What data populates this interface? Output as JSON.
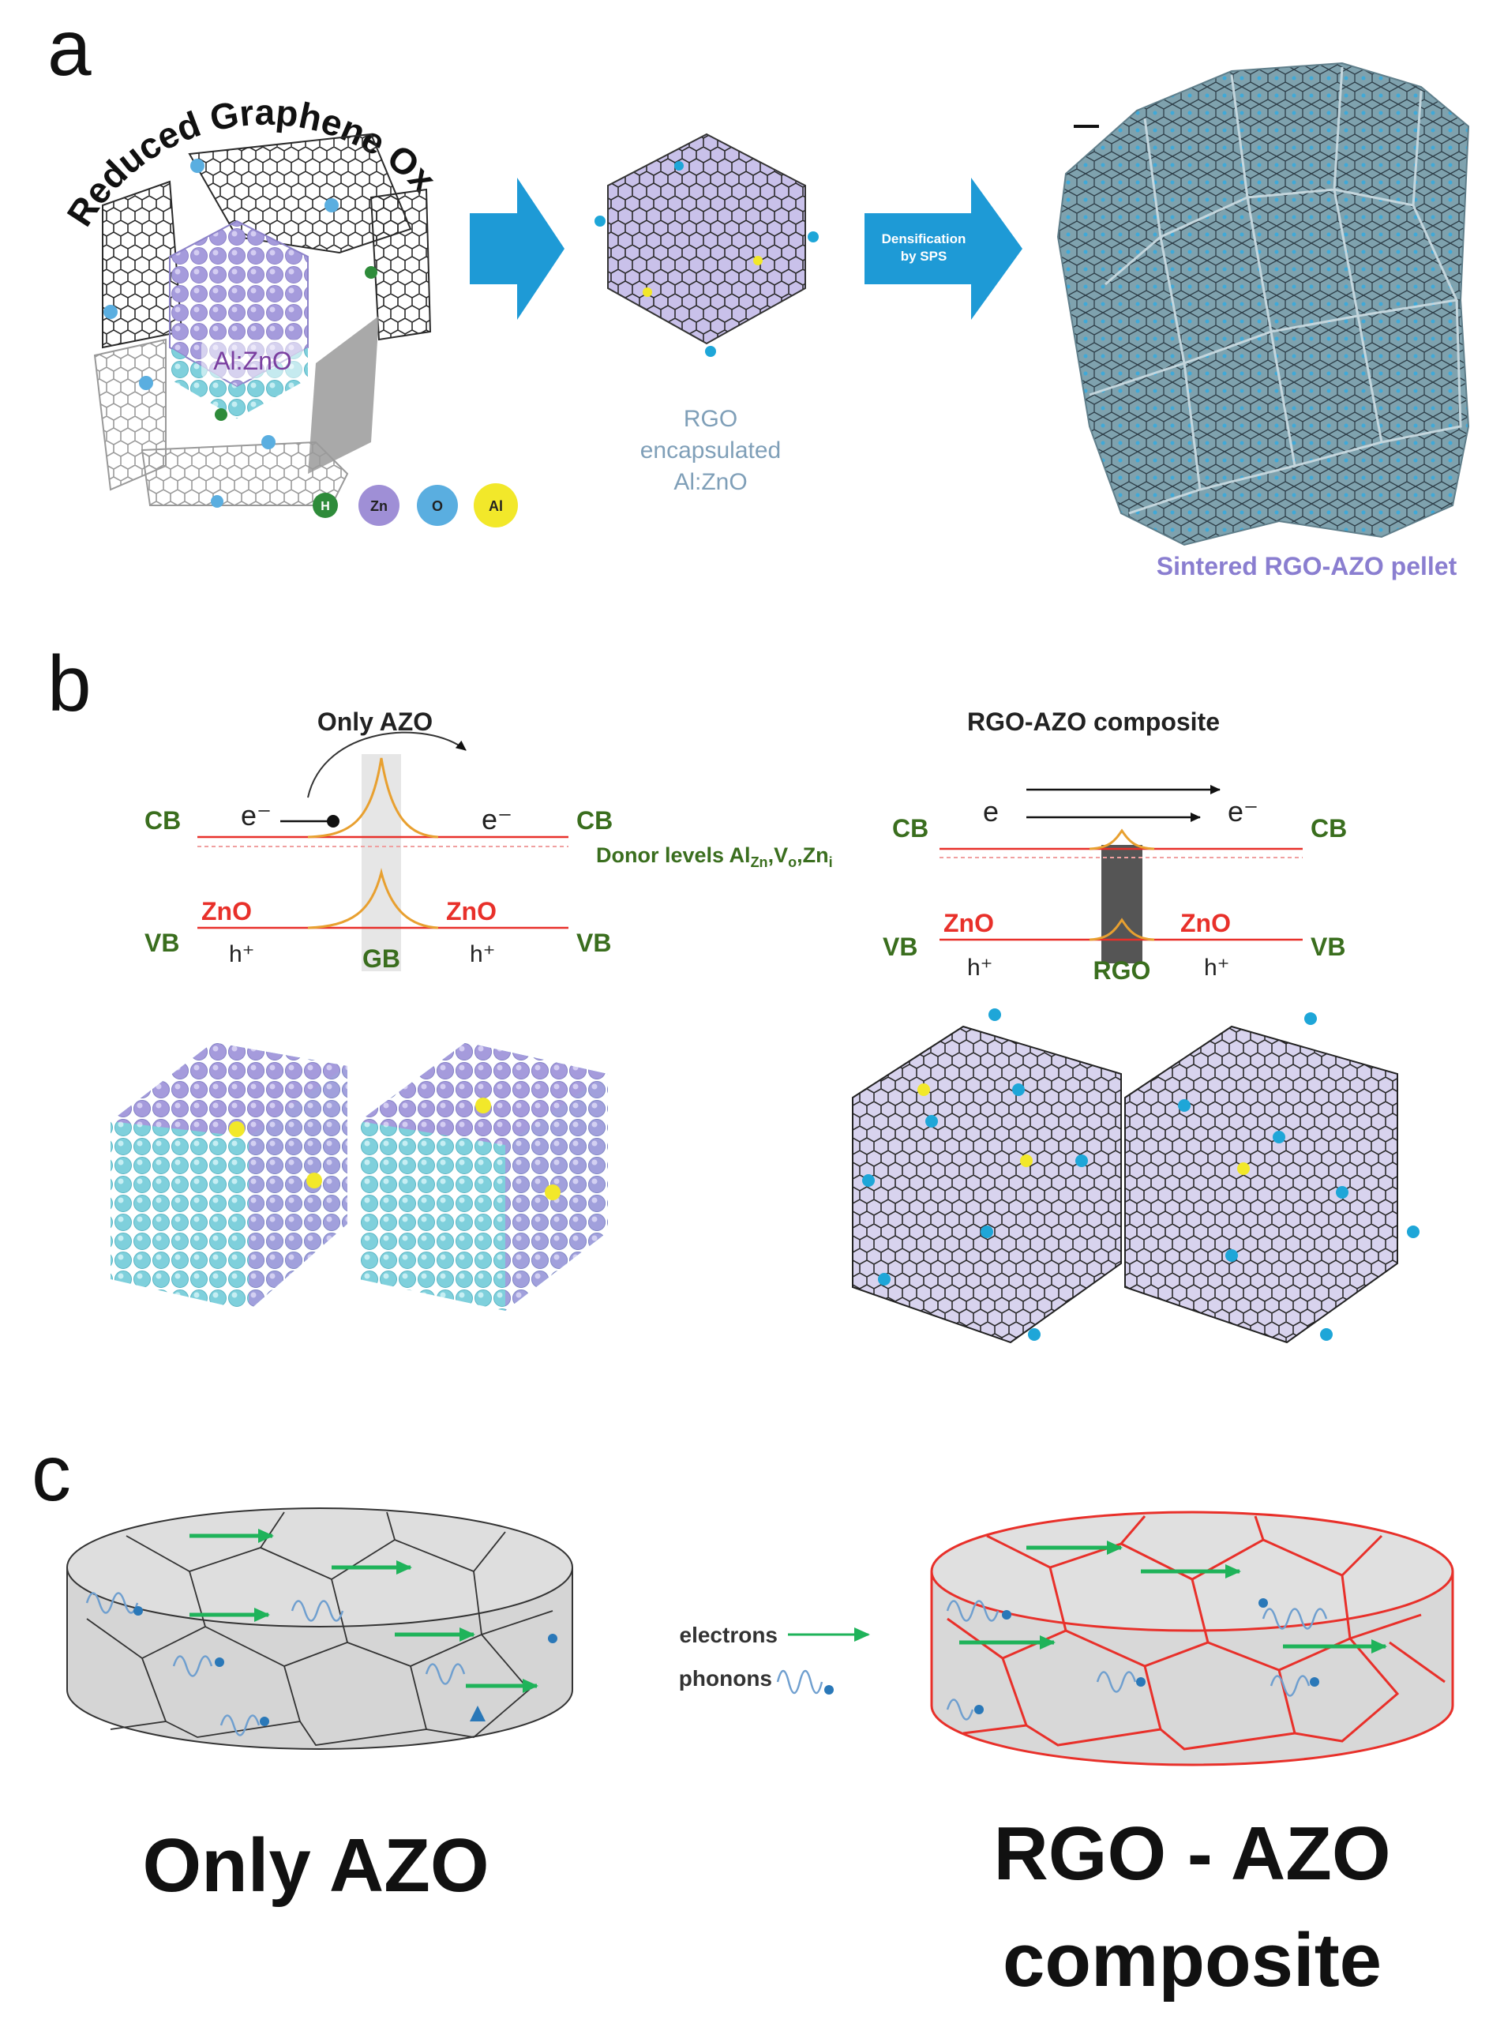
{
  "panel_a": {
    "letter": "a",
    "rgo_title": "Reduced Graphene Oxide",
    "core_label": "Al:ZnO",
    "legend": [
      {
        "symbol": "H",
        "color": "#2e8b3a"
      },
      {
        "symbol": "Zn",
        "color": "#9f8fd6"
      },
      {
        "symbol": "O",
        "color": "#5aaee0"
      },
      {
        "symbol": "Al",
        "color": "#f2e82a"
      }
    ],
    "arrow2_line1": "Densification",
    "arrow2_line2": "by SPS",
    "encap_line1": "RGO",
    "encap_line2": "encapsulated",
    "encap_line3": "Al:ZnO",
    "pellet_label": "Sintered  RGO-AZO pellet"
  },
  "panel_b": {
    "letter": "b",
    "left": {
      "title": "Only AZO",
      "cb": "CB",
      "vb": "VB",
      "e_left": "e⁻",
      "e_right": "e⁻",
      "zno_left": "ZnO",
      "zno_right": "ZnO",
      "h_left": "h⁺",
      "h_right": "h⁺",
      "boundary": "GB",
      "donor_prefix": "Donor levels Al",
      "donor_sub1": "Zn",
      "donor_mid1": ",V",
      "donor_sub2": "o",
      "donor_mid2": ",Zn",
      "donor_sub3": "i"
    },
    "right": {
      "title": "RGO-AZO composite",
      "cb": "CB",
      "vb": "VB",
      "e_left": "e",
      "e_right": "e⁻",
      "zno_left": "ZnO",
      "zno_right": "ZnO",
      "h_left": "h⁺",
      "h_right": "h⁺",
      "boundary": "RGO"
    }
  },
  "panel_c": {
    "letter": "c",
    "legend_electrons": "electrons",
    "legend_phonons": "phonons",
    "label_left": "Only AZO",
    "label_right_line1": "RGO - AZO",
    "label_right_line2": "composite"
  },
  "colors": {
    "band_red": "#e8302a",
    "band_orange": "#e8a030",
    "label_green": "#3a6e1e",
    "arrow_blue": "#1e9ad6",
    "electron_green": "#1fb35a",
    "phonon_blue": "#6f9fcf",
    "encap_text": "#7f9fb8",
    "pellet_text": "#8a7ed0",
    "core_text": "#7a3fa0"
  }
}
